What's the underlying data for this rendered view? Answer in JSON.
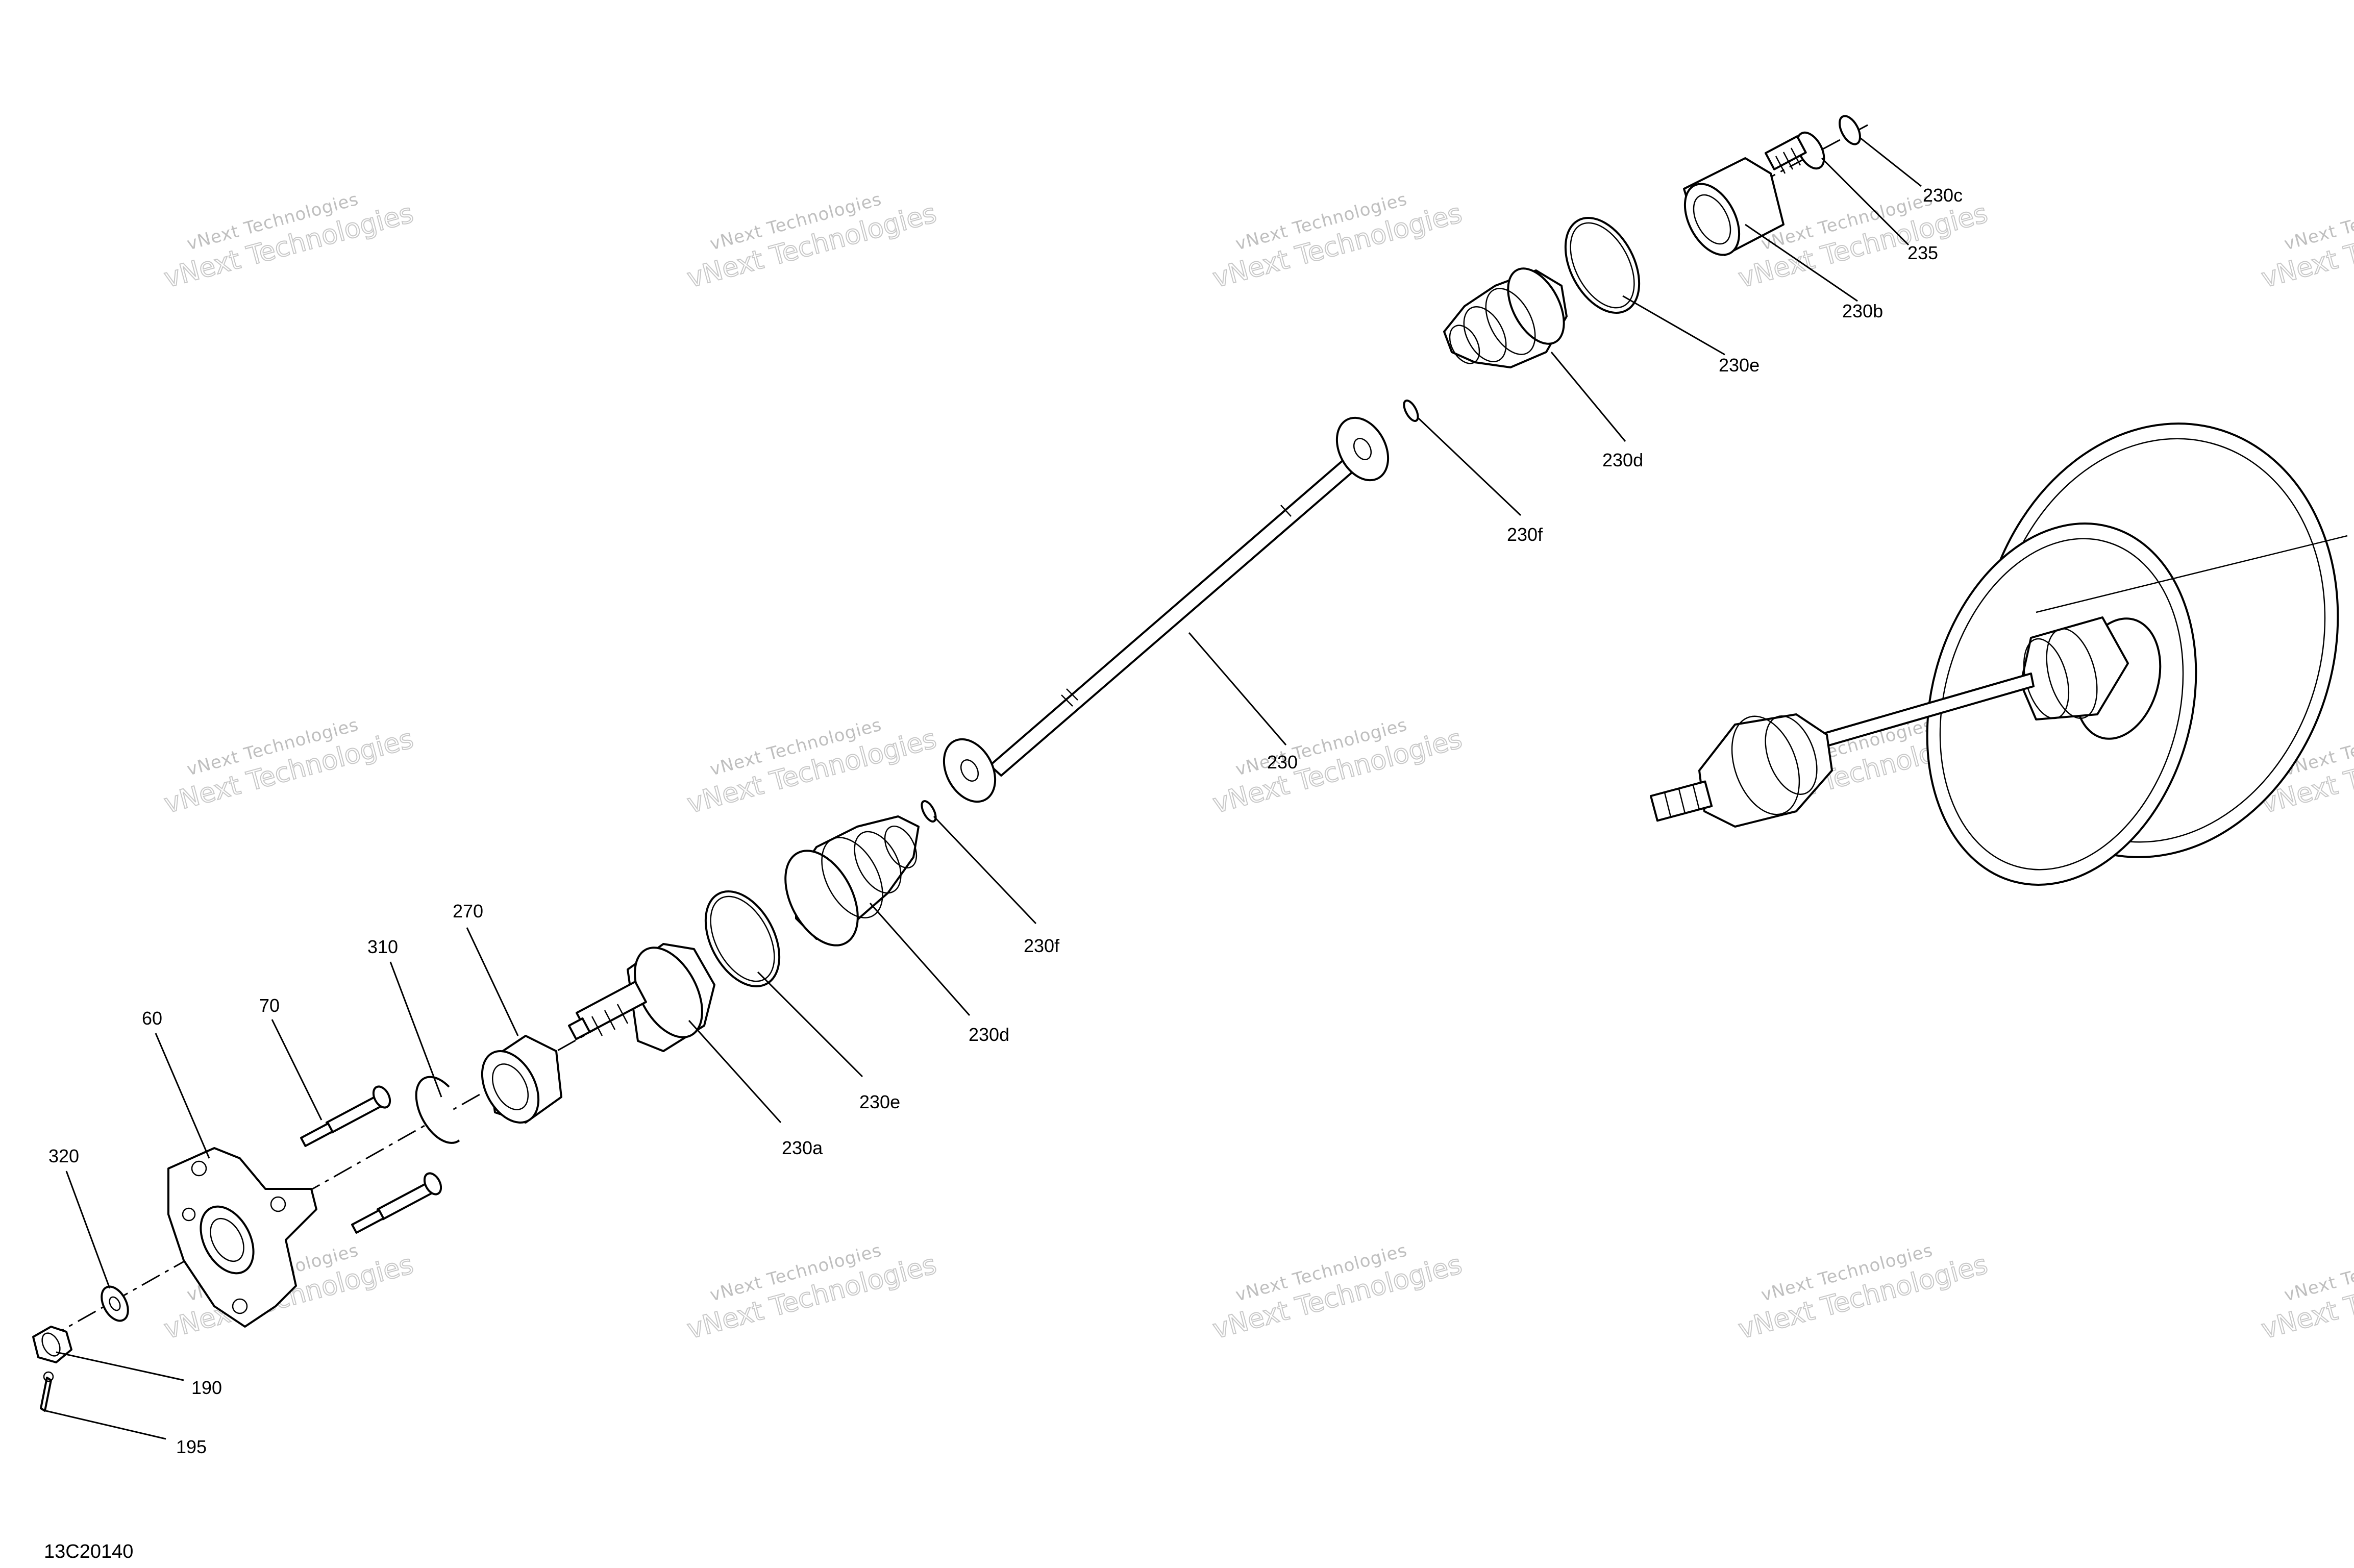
{
  "drawing": {
    "drawing_number": "13C20140"
  },
  "watermark": {
    "line1": "vNext Technologies",
    "line2": "vNext Technologies"
  },
  "callouts": [
    {
      "id": "c-230c",
      "label": "230c"
    },
    {
      "id": "c-235",
      "label": "235"
    },
    {
      "id": "c-230b",
      "label": "230b"
    },
    {
      "id": "c-230e-top",
      "label": "230e"
    },
    {
      "id": "c-230d-top",
      "label": "230d"
    },
    {
      "id": "c-230f-top",
      "label": "230f"
    },
    {
      "id": "c-230",
      "label": "230"
    },
    {
      "id": "c-230f-bottom",
      "label": "230f"
    },
    {
      "id": "c-230d-bottom",
      "label": "230d"
    },
    {
      "id": "c-230e-bottom",
      "label": "230e"
    },
    {
      "id": "c-230a",
      "label": "230a"
    },
    {
      "id": "c-270",
      "label": "270"
    },
    {
      "id": "c-310",
      "label": "310"
    },
    {
      "id": "c-70",
      "label": "70"
    },
    {
      "id": "c-60",
      "label": "60"
    },
    {
      "id": "c-320",
      "label": "320"
    },
    {
      "id": "c-190",
      "label": "190"
    },
    {
      "id": "c-195",
      "label": "195"
    }
  ]
}
